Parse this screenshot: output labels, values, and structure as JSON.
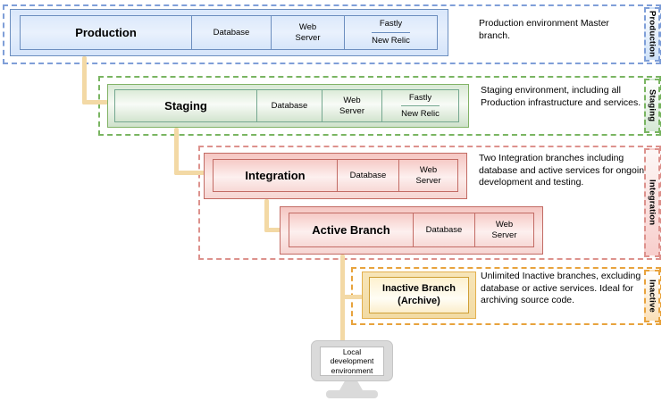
{
  "environments": {
    "production": {
      "title": "Production",
      "services": [
        "Database",
        "Web Server"
      ],
      "stacked_services": [
        "Fastly",
        "New Relic"
      ],
      "description": "Production environment Master branch.",
      "tab_label": "Production"
    },
    "staging": {
      "title": "Staging",
      "services": [
        "Database",
        "Web Server"
      ],
      "stacked_services": [
        "Fastly",
        "New Relic"
      ],
      "description": "Staging environment, including all Production infrastructure and services.",
      "tab_label": "Staging"
    },
    "integration": {
      "title": "Integration",
      "services": [
        "Database",
        "Web Server"
      ],
      "description": "Two Integration branches including database and active services for ongoing development and testing.",
      "tab_label": "Integration"
    },
    "active_branch": {
      "title": "Active Branch",
      "services": [
        "Database",
        "Web Server"
      ]
    },
    "inactive_branch": {
      "title": "Inactive Branch (Archive)",
      "description": "Unlimited Inactive branches, excluding database or active services. Ideal for archiving source code.",
      "tab_label": "Inactive"
    }
  },
  "local_development": {
    "label": "Local development environment"
  },
  "colors": {
    "production_fill": "#dae8fc",
    "production_stroke": "#6c8ebf",
    "staging_fill": "#d5e8d4",
    "staging_stroke": "#82b366",
    "integration_fill": "#f8cecc",
    "integration_stroke": "#b85450",
    "inactive_fill": "#fff2cc",
    "inactive_stroke": "#d79b00",
    "connector": "#f3d9a5"
  }
}
